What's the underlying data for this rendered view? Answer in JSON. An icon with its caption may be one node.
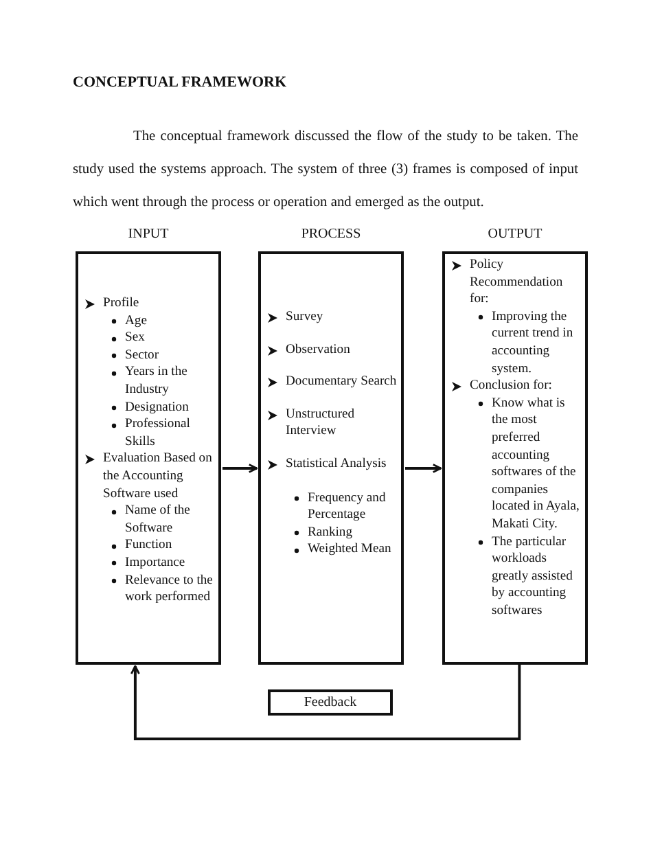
{
  "diagram": {
    "title": "CONCEPTUAL FRAMEWORK",
    "nodes": [
      {
        "text": [
          "INPUT",
          "Profile",
          "Age",
          "Sex",
          "Sector",
          "Years in the Industry",
          "Designation",
          "Professional Skills",
          "Evaluation Based on the Accounting Software used",
          "Name of the Software",
          "Function",
          "Importance",
          "Relevance to the work performed"
        ]
      },
      {
        "text": [
          "PROCESS",
          "Survey",
          "Observation",
          "Documentary Search",
          "Unstructured Interview",
          "Statistical Analysis",
          "Frequency and Percentage",
          "Ranking",
          "Weighted Mean"
        ]
      },
      {
        "text": [
          "OUTPUT",
          "Policy Recommendation for:",
          "Improving the current trend in accounting system.",
          "Conclusion for:",
          "Know what is the most preferred accounting softwares of the companies located in Ayala, Makati City.",
          "The particular workloads greatly assisted by accounting softwares"
        ]
      },
      {
        "text": [
          "Feedback"
        ]
      }
    ],
    "edges": [
      {
        "from": 0,
        "to": 1,
        "arrow": "to"
      },
      {
        "from": 1,
        "to": 2,
        "arrow": "to"
      },
      {
        "from": 2,
        "to": 0,
        "arrow": "to"
      }
    ],
    "labels": [
      "The conceptual framework discussed the flow of the study to be taken. The study used the systems approach. The system of three (3) frames is composed of input which went through the process or operation and emerged as the output."
    ]
  }
}
